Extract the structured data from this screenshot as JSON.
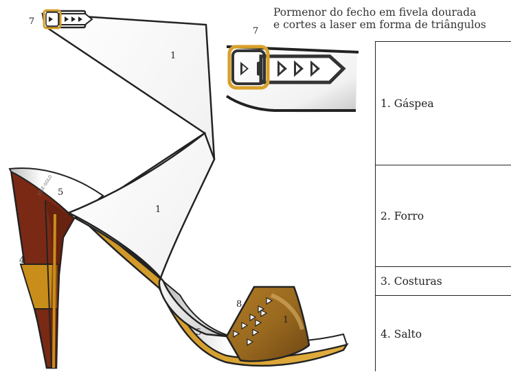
{
  "caption": {
    "line1": "Pormenor do fecho em fivela dourada",
    "line2": "e cortes a laser em forma de triângulos"
  },
  "legend": [
    {
      "label": "1. Gáspea"
    },
    {
      "label": "2. Forro"
    },
    {
      "label": "3. Costuras"
    },
    {
      "label": "4. Salto"
    }
  ],
  "callouts": {
    "strap_upper": "1",
    "strap_lower": "1",
    "toe": "1",
    "heel": "4",
    "insole_back": "5",
    "insole_front": "5",
    "buckle": "7",
    "detail_buckle": "7",
    "laser_cuts": "8"
  },
  "insole_brand": "JOSÉ GOLD",
  "colors": {
    "heel_dark": "#7a2a14",
    "heel_gold": "#c98e1a",
    "sole_gold": "#d49b28",
    "toe_strap": "#9a6a1f",
    "buckle_gold": "#d9a12b",
    "outline": "#222222"
  }
}
